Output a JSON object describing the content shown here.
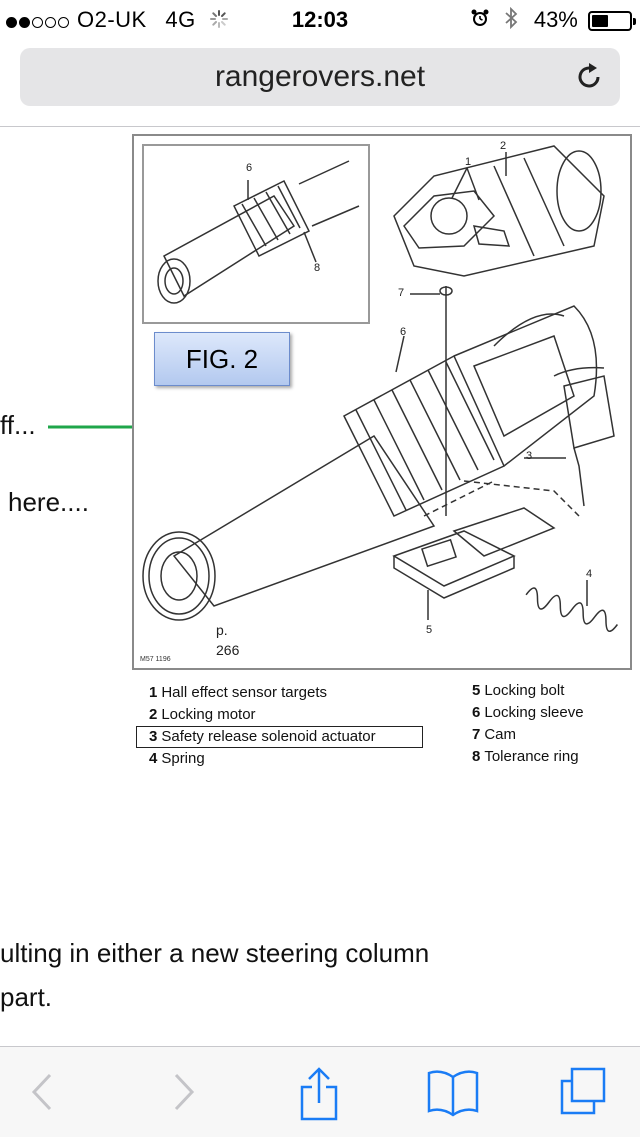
{
  "status_bar": {
    "carrier": "O2-UK",
    "network": "4G",
    "time": "12:03",
    "battery": "43%",
    "signal_bars": 2,
    "signal_max": 5,
    "battery_level": 0.43
  },
  "browser": {
    "url": "rangerovers.net",
    "reload_icon": "reload-icon"
  },
  "body_text": {
    "fragment_1": "ff...",
    "fragment_2": "here....",
    "fragment_3": "ulting in either a new steering column",
    "fragment_4": "part."
  },
  "figure": {
    "label": "FIG. 2",
    "page_note_1": "p.",
    "page_note_2": "266",
    "figure_code": "M57 1196",
    "callouts": {
      "c1": "1",
      "c2": "2",
      "c3": "3",
      "c4": "4",
      "c5": "5",
      "c6": "6",
      "c6b": "6",
      "c7": "7",
      "c8": "8"
    }
  },
  "legend": [
    {
      "num": "1",
      "text": "Hall effect sensor targets"
    },
    {
      "num": "2",
      "text": "Locking motor"
    },
    {
      "num": "3",
      "text": "Safety release solenoid actuator"
    },
    {
      "num": "4",
      "text": "Spring"
    },
    {
      "num": "5",
      "text": "Locking bolt"
    },
    {
      "num": "6",
      "text": "Locking sleeve"
    },
    {
      "num": "7",
      "text": "Cam"
    },
    {
      "num": "8",
      "text": "Tolerance ring"
    }
  ],
  "toolbar": {
    "back": "chevron-left-icon",
    "forward": "chevron-right-icon",
    "share": "share-icon",
    "bookmarks": "book-icon",
    "tabs": "tabs-icon"
  },
  "colors": {
    "arrow": "#1fa64a",
    "ios_blue": "#1a7cf5",
    "fig_label_top": "#dde8fb",
    "fig_label_bottom": "#b3c9ef"
  }
}
